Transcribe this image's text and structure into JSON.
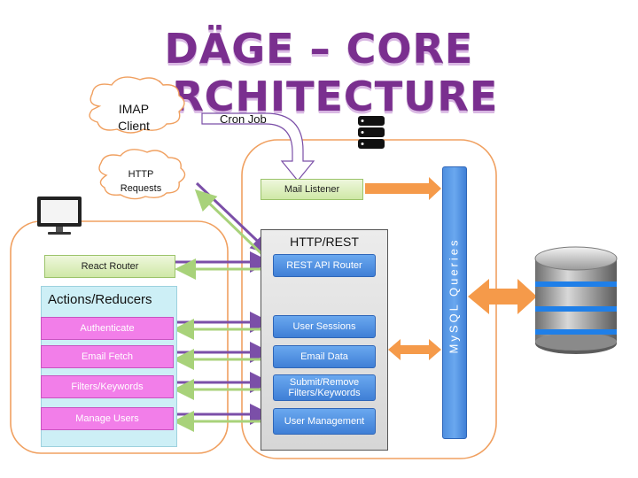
{
  "title": "DÄGE – CORE ARCHITECTURE",
  "clouds": {
    "imap": "IMAP\nClient",
    "http": "HTTP\nRequests"
  },
  "cron_job": "Cron Job",
  "mail_listener": "Mail Listener",
  "react_router": "React Router",
  "actions_reducers": {
    "heading": "Actions/Reducers",
    "items": [
      "Authenticate",
      "Email Fetch",
      "Filters/Keywords",
      "Manage Users"
    ]
  },
  "http_rest": {
    "heading": "HTTP/REST",
    "router": "REST API Router",
    "services": [
      "User Sessions",
      "Email Data",
      "Submit/Remove\nFilters/Keywords",
      "User Management"
    ]
  },
  "mysql": "MySQL Queries",
  "colors": {
    "title": "#7a2f8f",
    "container_border": "#f0a060",
    "arrow_orange": "#f59a4a",
    "arrow_purple": "#7b4fa8",
    "arrow_green": "#a8d27a"
  },
  "icons": [
    "monitor-icon",
    "server-icon",
    "database-icon"
  ]
}
